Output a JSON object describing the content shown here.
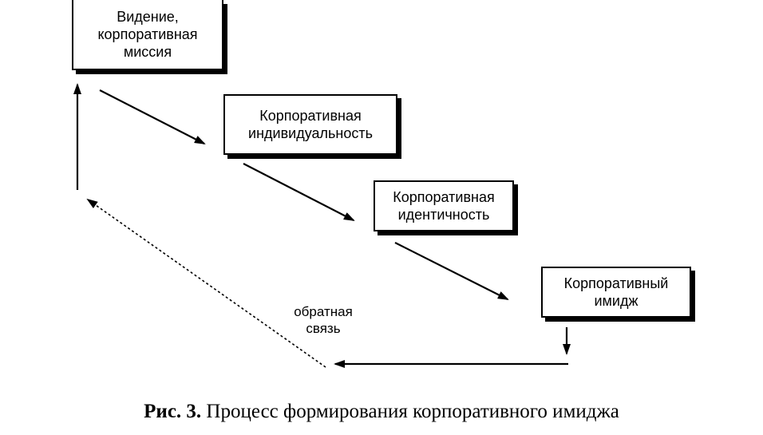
{
  "boxes": {
    "vision": [
      "Видение,",
      "корпоративная",
      "миссия"
    ],
    "individuality": [
      "Корпоративная",
      "индивидуальность"
    ],
    "identity": [
      "Корпоративная",
      "идентичность"
    ],
    "image": [
      "Корпоративный",
      "имидж"
    ]
  },
  "feedback": [
    "обратная",
    "связь"
  ],
  "caption": {
    "label": "Рис. 3.",
    "text": "Процесс формирования корпоративного имиджа"
  },
  "colors": {
    "line": "#000000",
    "background": "#ffffff"
  }
}
